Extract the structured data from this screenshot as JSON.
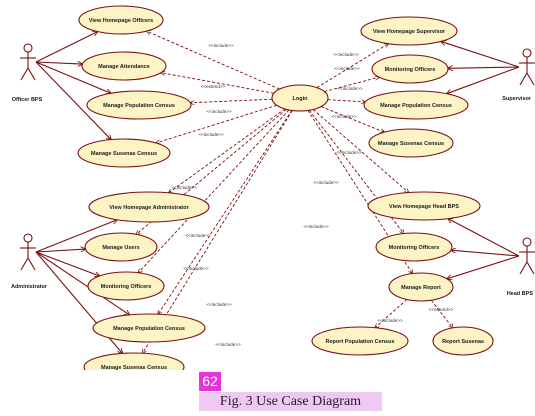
{
  "actors": [
    {
      "id": "officer",
      "label": "Officer BPS"
    },
    {
      "id": "supervisor",
      "label": "Supervisor"
    },
    {
      "id": "admin",
      "label": "Administrator"
    },
    {
      "id": "head",
      "label": "Head BPS"
    }
  ],
  "use_cases": [
    {
      "id": "login",
      "label": "Login"
    },
    {
      "id": "uc1",
      "label": "View Homepage Officers"
    },
    {
      "id": "uc2",
      "label": "Manage Attendance"
    },
    {
      "id": "uc3",
      "label": "Manage Population Census"
    },
    {
      "id": "uc4",
      "label": "Manage Susenas Census"
    },
    {
      "id": "uc5",
      "label": "View Homepage Supervisor"
    },
    {
      "id": "uc6",
      "label": "Monitoring Officers"
    },
    {
      "id": "uc7",
      "label": "Manage Population Census"
    },
    {
      "id": "uc8",
      "label": "Manage Susenas Census"
    },
    {
      "id": "uc9",
      "label": "View Homepage Administrator"
    },
    {
      "id": "uc10",
      "label": "Manage Users"
    },
    {
      "id": "uc11",
      "label": "Monitoring Officers"
    },
    {
      "id": "uc12",
      "label": "Manage Population Census"
    },
    {
      "id": "uc13",
      "label": "Manage Susenas Census"
    },
    {
      "id": "uc14",
      "label": "View Homepage Head BPS"
    },
    {
      "id": "uc15",
      "label": "Monitoring Officers"
    },
    {
      "id": "uc16",
      "label": "Manage Report"
    },
    {
      "id": "uc17",
      "label": "Report Population Census"
    },
    {
      "id": "uc18",
      "label": "Report Susenas"
    }
  ],
  "relations": {
    "include": "<<include>>",
    "extend": "<<extend>>"
  },
  "page_number": "62",
  "caption": "Fig. 3 Use Case Diagram"
}
